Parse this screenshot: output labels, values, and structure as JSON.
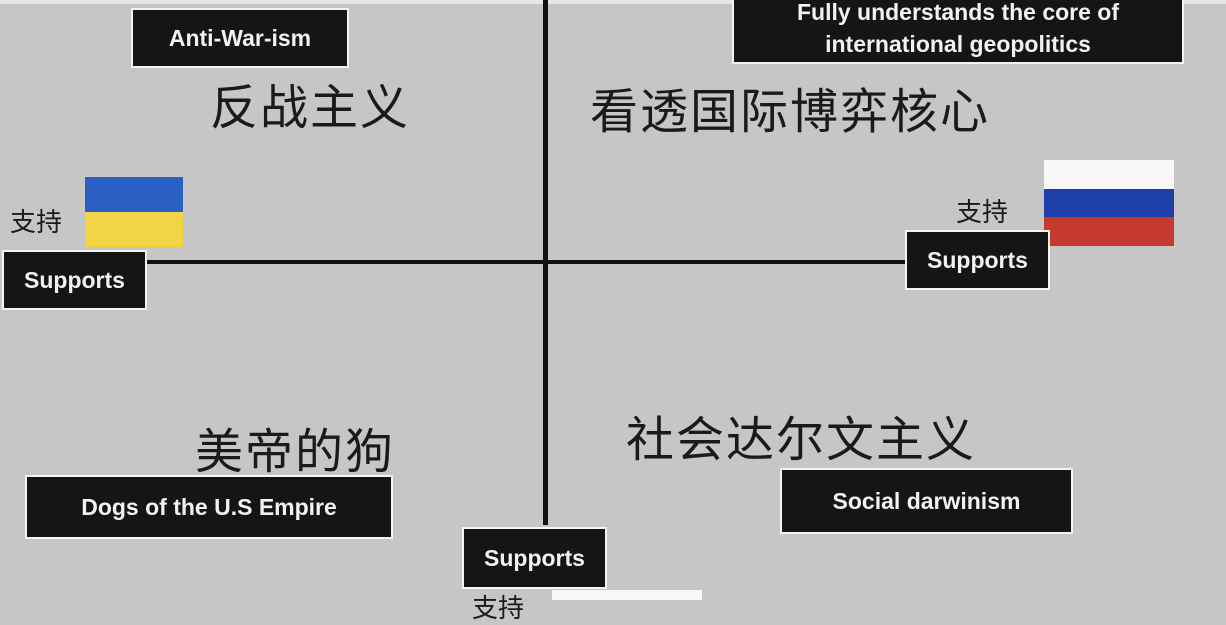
{
  "quadrants": {
    "top_left": {
      "chinese": "反战主义",
      "english": "Anti-War-ism"
    },
    "top_right": {
      "chinese": "看透国际博弈核心",
      "english": "Fully understands the core of international geopolitics"
    },
    "bottom_left": {
      "chinese": "美帝的狗",
      "english": "Dogs of the U.S Empire"
    },
    "bottom_right": {
      "chinese": "社会达尔文主义",
      "english": "Social darwinism"
    }
  },
  "axes": {
    "left": {
      "chinese": "支持",
      "english": "Supports",
      "flag": "ukraine-flag"
    },
    "right": {
      "chinese": "支持",
      "english": "Supports",
      "flag": "russia-flag"
    },
    "bottom": {
      "chinese": "支持",
      "english": "Supports",
      "flag": "white-flag"
    }
  },
  "colors": {
    "background": "#c6c6c6",
    "ukraine_blue": "#2a5fc4",
    "ukraine_yellow": "#f3d444",
    "russia_white": "#f7f7f7",
    "russia_blue": "#1f3fa8",
    "russia_red": "#c63a2e"
  }
}
